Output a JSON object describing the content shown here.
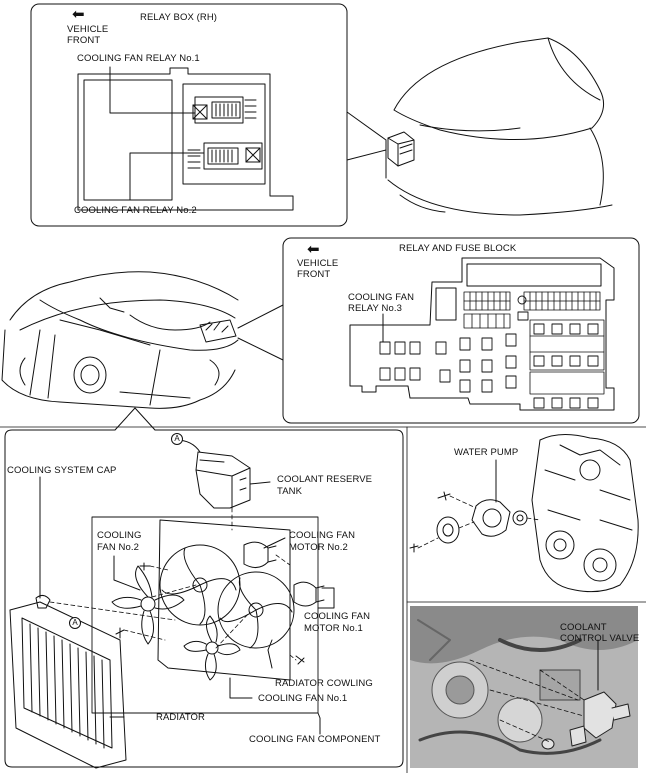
{
  "relay_box_rh": {
    "title": "RELAY BOX (RH)",
    "vehicle_front": [
      "VEHICLE",
      "FRONT"
    ],
    "relay1": "COOLING FAN RELAY No.1",
    "relay2": "COOLING FAN RELAY No.2"
  },
  "relay_fuse_block": {
    "title": "RELAY AND FUSE BLOCK",
    "vehicle_front": [
      "VEHICLE",
      "FRONT"
    ],
    "relay3": [
      "COOLING FAN",
      "RELAY No.3"
    ]
  },
  "cooling_system": {
    "cap": "COOLING SYSTEM CAP",
    "reserve_tank": [
      "COOLANT RESERVE",
      "TANK"
    ],
    "fan2": [
      "COOLING",
      "FAN No.2"
    ],
    "motor2": [
      "COOLING FAN",
      "MOTOR No.2"
    ],
    "motor1": [
      "COOLING FAN",
      "MOTOR No.1"
    ],
    "cowling": "RADIATOR COWLING",
    "fan1": "COOLING FAN No.1",
    "radiator": "RADIATOR",
    "fan_component": "COOLING FAN COMPONENT",
    "ref_mark": "A"
  },
  "water_pump": {
    "label": "WATER PUMP"
  },
  "control_valve": {
    "label": [
      "COOLANT",
      "CONTROL VALVE"
    ]
  },
  "icons": {
    "front_arrow": "arrow-left-icon"
  }
}
